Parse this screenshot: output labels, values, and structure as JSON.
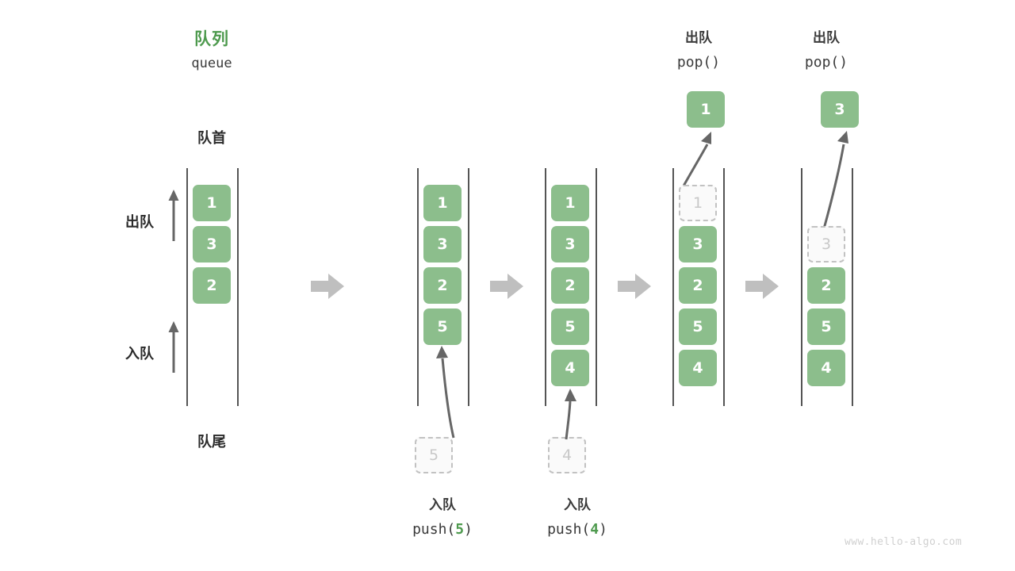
{
  "meta": {
    "title_cn": "队列",
    "title_en": "queue",
    "watermark": "www.hello-algo.com",
    "colors": {
      "cell_fill": "#8cbe8c",
      "cell_text": "#ffffff",
      "title_green": "#4e9a4e",
      "ghost_border": "#c2c2c2",
      "ghost_text": "#c8c8c8",
      "rail": "#555555",
      "arrow_gray": "#bfbfbf",
      "curve_arrow": "#666666",
      "text_dark": "#2b2b2b",
      "watermark_gray": "#d0d0d0"
    }
  },
  "labels": {
    "front": "队首",
    "rear": "队尾",
    "dequeue": "出队",
    "enqueue": "入队"
  },
  "steps": [
    {
      "id": "initial",
      "caption_cn": "",
      "caption_code_prefix": "",
      "caption_code_arg": "",
      "caption_code_suffix": "",
      "cells": [
        "1",
        "3",
        "2"
      ],
      "ghost_index": -1,
      "incoming": null,
      "outgoing": null
    },
    {
      "id": "push-5",
      "caption_cn": "入队",
      "caption_code_prefix": "push(",
      "caption_code_arg": "5",
      "caption_code_suffix": ")",
      "cells": [
        "1",
        "3",
        "2",
        "5"
      ],
      "ghost_index": -1,
      "incoming": "5",
      "outgoing": null
    },
    {
      "id": "push-4",
      "caption_cn": "入队",
      "caption_code_prefix": "push(",
      "caption_code_arg": "4",
      "caption_code_suffix": ")",
      "cells": [
        "1",
        "3",
        "2",
        "5",
        "4"
      ],
      "ghost_index": -1,
      "incoming": "4",
      "outgoing": null
    },
    {
      "id": "pop-1",
      "caption_cn": "出队",
      "caption_code_prefix": "pop(",
      "caption_code_arg": "",
      "caption_code_suffix": ")",
      "cells": [
        "1",
        "3",
        "2",
        "5",
        "4"
      ],
      "ghost_index": 0,
      "incoming": null,
      "outgoing": "1"
    },
    {
      "id": "pop-3",
      "caption_cn": "出队",
      "caption_code_prefix": "pop(",
      "caption_code_arg": "",
      "caption_code_suffix": ")",
      "cells": [
        "3",
        "2",
        "5",
        "4"
      ],
      "ghost_index": 0,
      "incoming": null,
      "outgoing": "3"
    }
  ],
  "chart_data": {
    "type": "diagram",
    "title": "队列 queue — push / pop operations",
    "sequence": [
      {
        "state": [
          "1",
          "3",
          "2"
        ],
        "operation": ""
      },
      {
        "state": [
          "1",
          "3",
          "2",
          "5"
        ],
        "operation": "push(5)"
      },
      {
        "state": [
          "1",
          "3",
          "2",
          "5",
          "4"
        ],
        "operation": "push(4)"
      },
      {
        "state": [
          "3",
          "2",
          "5",
          "4"
        ],
        "operation": "pop() -> 1"
      },
      {
        "state": [
          "2",
          "5",
          "4"
        ],
        "operation": "pop() -> 3"
      }
    ]
  }
}
